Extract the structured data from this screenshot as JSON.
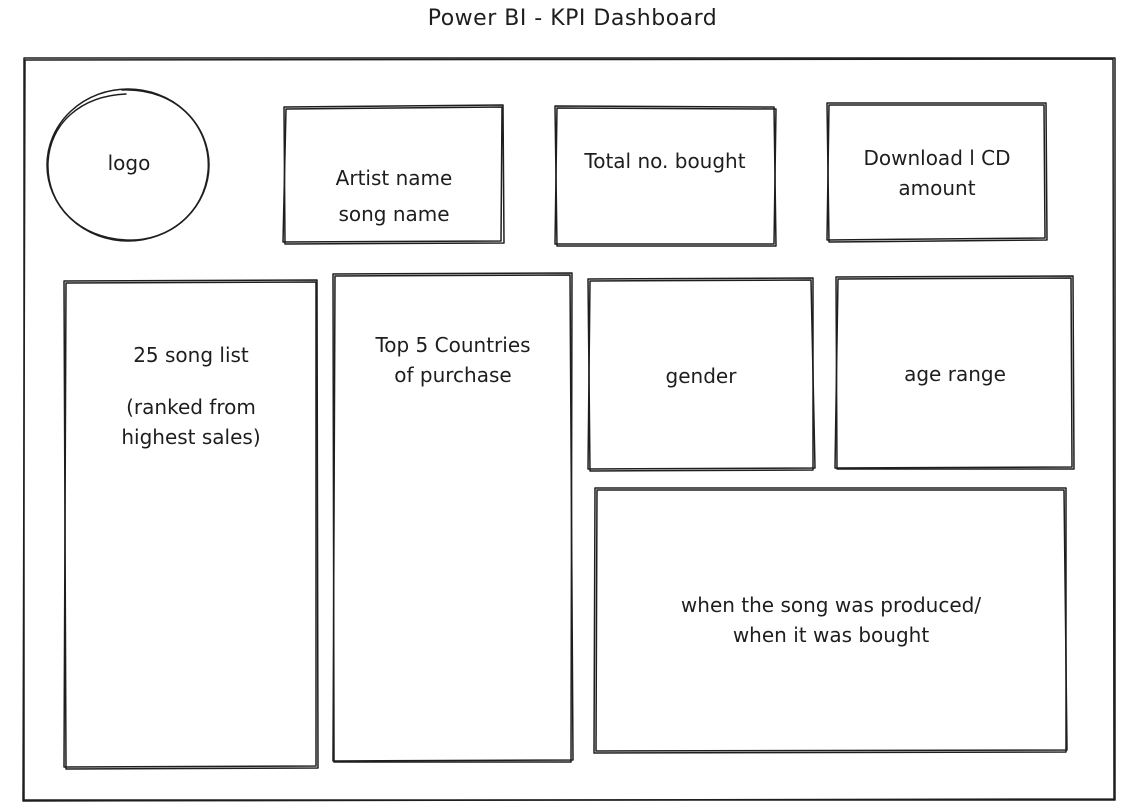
{
  "title": "Power BI - KPI Dashboard",
  "boxes": {
    "logo": "logo",
    "artist": [
      "Artist name",
      "song name"
    ],
    "total": "Total no. bought",
    "download": [
      "Download l CD",
      "amount"
    ],
    "songlist": [
      "25 song list",
      "(ranked from",
      "highest sales)"
    ],
    "countries": [
      "Top 5 Countries",
      "of purchase"
    ],
    "gender": "gender",
    "age": "age range",
    "timeline": [
      "when the song was produced/",
      "when it was bought"
    ]
  }
}
